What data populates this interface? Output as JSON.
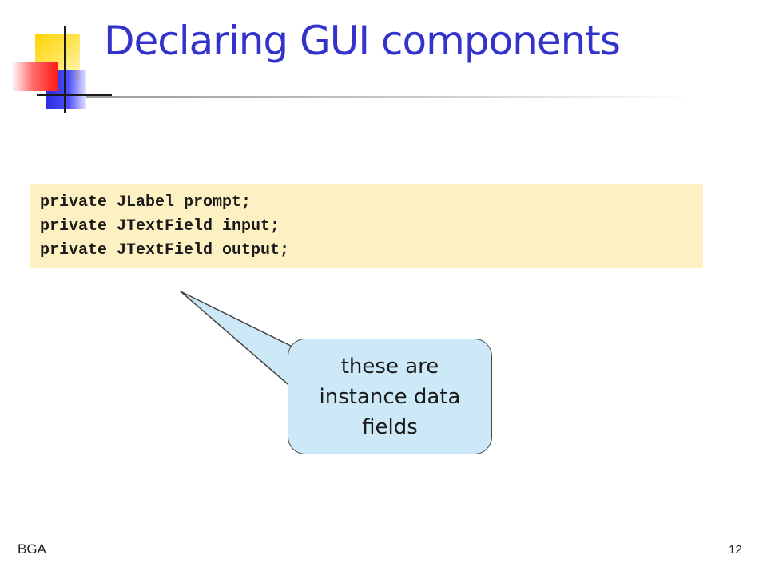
{
  "slide": {
    "title": "Declaring GUI components",
    "code_lines": [
      "private JLabel prompt;",
      "private JTextField input;",
      "private JTextField output;"
    ],
    "callout": "these are instance data fields",
    "footer": {
      "left": "BGA",
      "page_number": "12"
    },
    "colors": {
      "title": "#3333cc",
      "code_background": "#fdf0c2",
      "callout_background": "#cde9f7"
    }
  }
}
